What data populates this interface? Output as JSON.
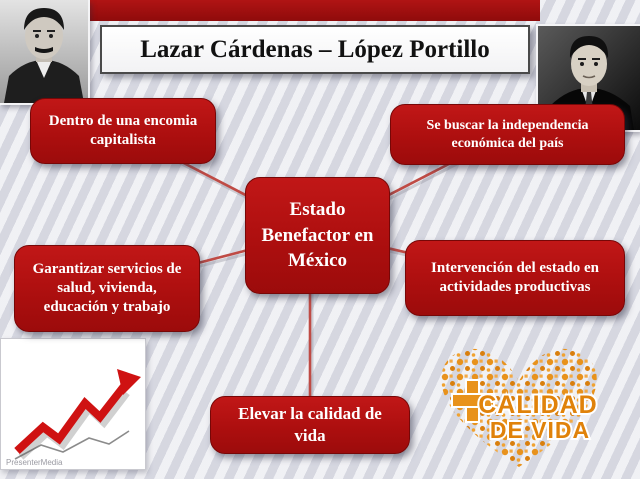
{
  "slide": {
    "title": "Lazar Cárdenas – López Portillo"
  },
  "diagram": {
    "center": {
      "label": "Estado Benefactor en México"
    },
    "nodes": [
      {
        "label": "Dentro de una encomia capitalista"
      },
      {
        "label": "Se buscar la independencia económica del país"
      },
      {
        "label": "Garantizar servicios de salud, vivienda, educación y trabajo"
      },
      {
        "label": "Intervención del estado en actividades productivas"
      },
      {
        "label": "Elevar la calidad de vida"
      }
    ]
  },
  "chart": {
    "watermark": "PresenterMedia"
  },
  "heart": {
    "line1": "CALIDAD",
    "line2": "DE VIDA"
  },
  "images": {
    "left_portrait": "portrait-lazaro-cardenas",
    "right_portrait": "portrait-lopez-portillo",
    "bottom_left": "rising-red-arrow-chart",
    "bottom_right": "calidad-de-vida-word-heart"
  },
  "colors": {
    "node_red": "#ad0f0f",
    "bar_red": "#9c0b0b",
    "connector": "#bf4b45",
    "heart_orange": "#e8921c"
  }
}
